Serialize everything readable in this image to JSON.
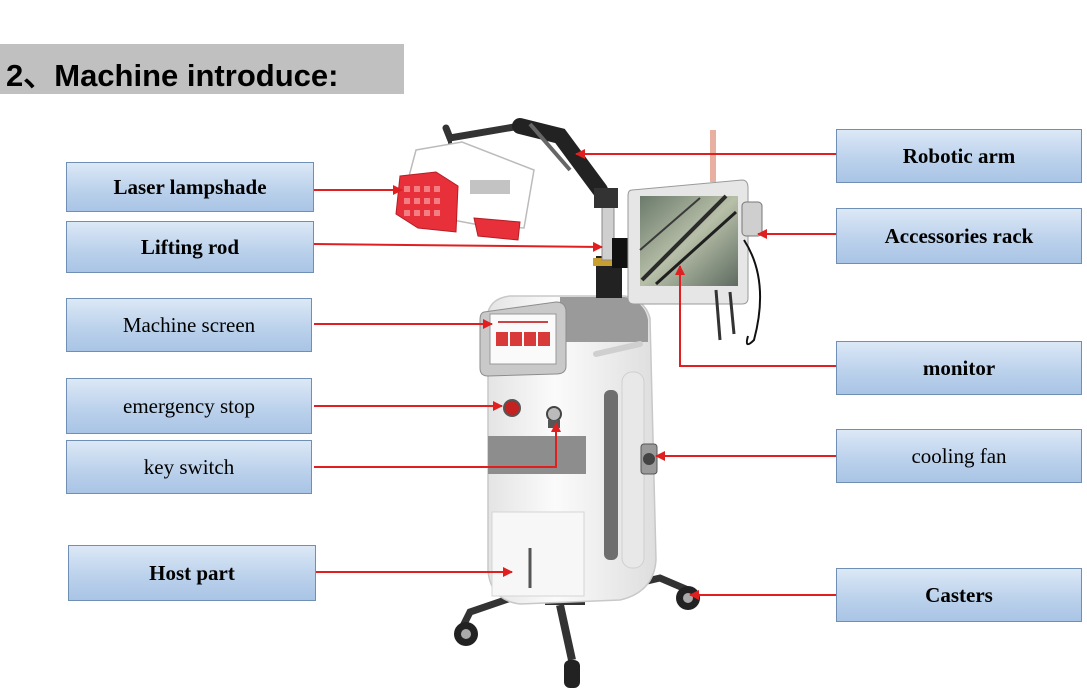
{
  "title": "2、Machine introduce:",
  "labels": {
    "laser_lampshade": "Laser lampshade",
    "lifting_rod": "Lifting rod",
    "machine_screen": "Machine screen",
    "emergency_stop": "emergency stop",
    "key_switch": "key switch",
    "host_part": "Host part",
    "robotic_arm": "Robotic arm",
    "accessories_rack": "Accessories rack",
    "monitor": "monitor",
    "cooling_fan": "cooling fan",
    "casters": "Casters"
  },
  "colors": {
    "arrow": "#e02020",
    "box_border": "#6f8fb4",
    "box_fill": "#bcd2ec",
    "title_bg": "#c0c0c0",
    "machine_body": "#f2f2f2",
    "machine_gray": "#8a8a8a",
    "lamp_red": "#e8303a"
  }
}
